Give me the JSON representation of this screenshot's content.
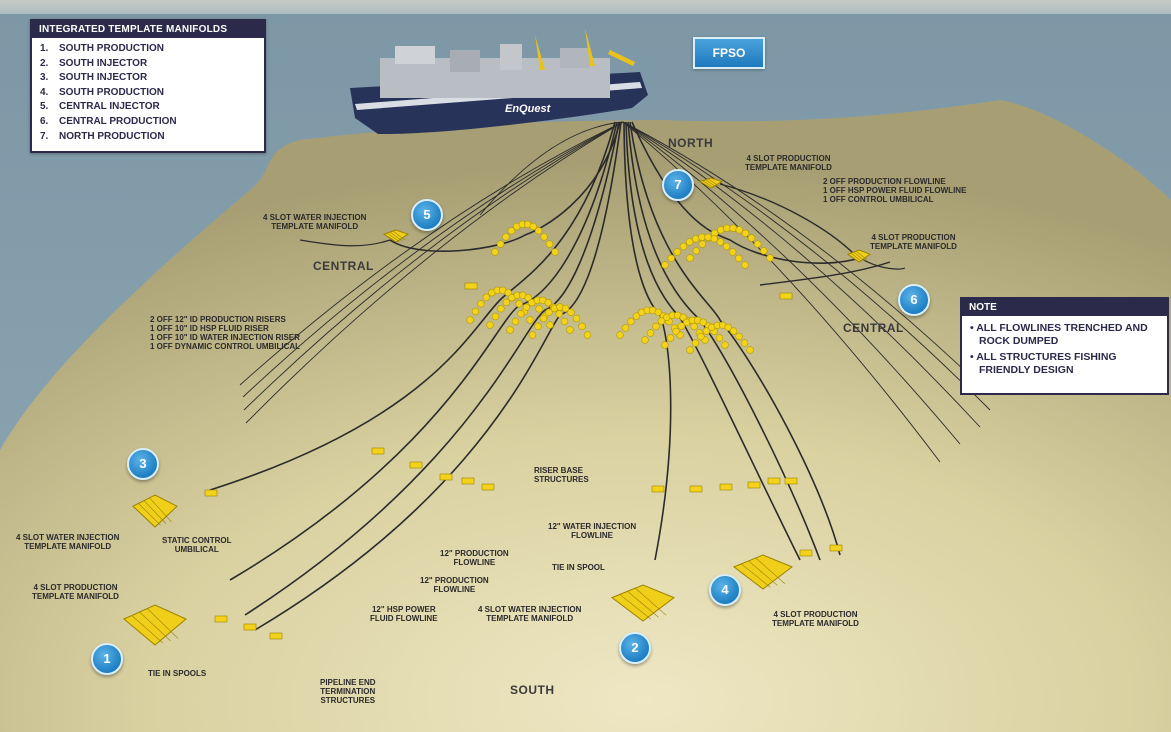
{
  "legend": {
    "title": "INTEGRATED TEMPLATE MANIFOLDS",
    "items": [
      {
        "num": "1.",
        "label": "SOUTH PRODUCTION"
      },
      {
        "num": "2.",
        "label": "SOUTH INJECTOR"
      },
      {
        "num": "3.",
        "label": "SOUTH INJECTOR"
      },
      {
        "num": "4.",
        "label": "SOUTH PRODUCTION"
      },
      {
        "num": "5.",
        "label": "CENTRAL INJECTOR"
      },
      {
        "num": "6.",
        "label": "CENTRAL PRODUCTION"
      },
      {
        "num": "7.",
        "label": "NORTH PRODUCTION"
      }
    ]
  },
  "fpso_label": "FPSO",
  "ship_name": "EnQuest",
  "note": {
    "title": "NOTE",
    "items": [
      "• ALL FLOWLINES TRENCHED AND ROCK DUMPED",
      "• ALL STRUCTURES FISHING FRIENDLY DESIGN"
    ]
  },
  "regions": {
    "north": "NORTH",
    "central_left": "CENTRAL",
    "central_right": "CENTRAL",
    "south": "SOUTH"
  },
  "badges": [
    "1",
    "2",
    "3",
    "4",
    "5",
    "6",
    "7"
  ],
  "labels": {
    "m7": "4 SLOT PRODUCTION\nTEMPLATE MANIFOLD",
    "flow7": "2 OFF PRODUCTION FLOWLINE\n1 OFF HSP POWER FLUID FLOWLINE\n1 OFF CONTROL UMBILICAL",
    "m5": "4 SLOT WATER INJECTION\nTEMPLATE MANIFOLD",
    "m6": "4 SLOT PRODUCTION\nTEMPLATE MANIFOLD",
    "risers": "2 OFF 12\" ID PRODUCTION RISERS\n1 OFF 10\" ID HSP FLUID RISER\n1 OFF 10\" ID WATER INJECTION RISER\n1 OFF DYNAMIC CONTROL UMBILICAL",
    "riser_base": "RISER BASE\nSTRUCTURES",
    "m3": "4 SLOT WATER INJECTION\nTEMPLATE MANIFOLD",
    "static_umb": "STATIC CONTROL\nUMBILICAL",
    "prod_flow_a": "12\" PRODUCTION\nFLOWLINE",
    "prod_flow_b": "12\" PRODUCTION\nFLOWLINE",
    "m1": "4 SLOT PRODUCTION\nTEMPLATE MANIFOLD",
    "hsp_flow": "12\" HSP POWER\nFLUID FLOWLINE",
    "tie_spools": "TIE IN SPOOLS",
    "plet": "PIPELINE END\nTERMINATION\nSTRUCTURES",
    "wi_flow": "12\" WATER INJECTION\nFLOWLINE",
    "tie_spool": "TIE IN SPOOL",
    "m2": "4 SLOT WATER INJECTION\nTEMPLATE MANIFOLD",
    "m4": "4 SLOT PRODUCTION\nTEMPLATE MANIFOLD"
  },
  "colors": {
    "sea": "#8fa8b5",
    "seabed": "#d7cf9d",
    "buoy": "#f2d21a",
    "pipe": "#2b2b2b",
    "badge": "#1f7fc4",
    "panel": "#2c2a4a"
  }
}
